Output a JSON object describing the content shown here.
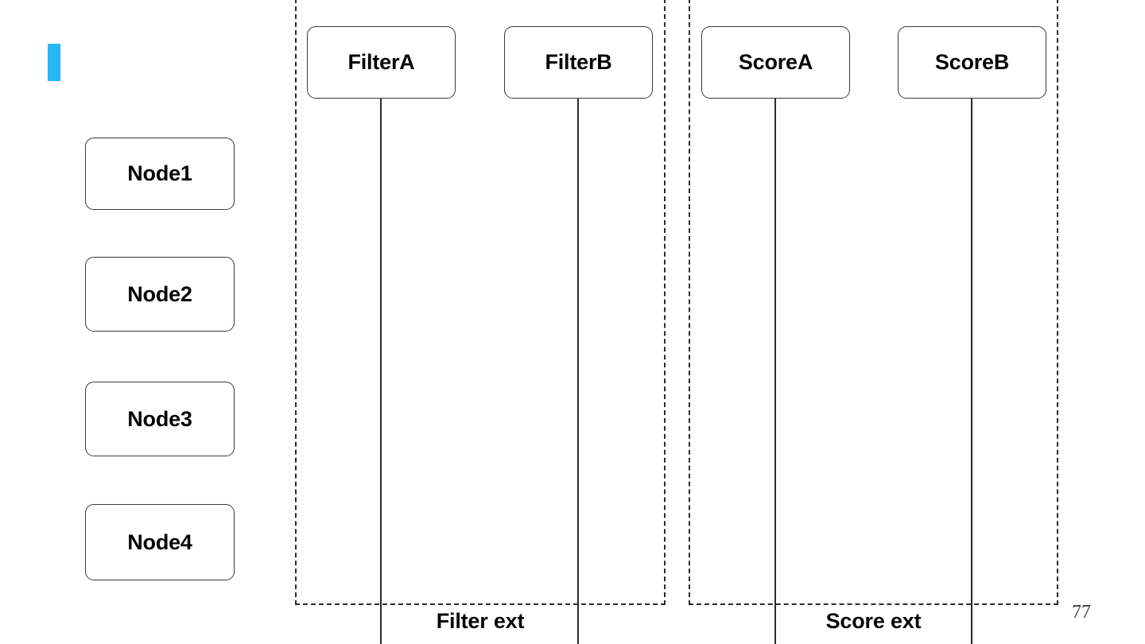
{
  "slide": {
    "page_number": "77",
    "accent_color": "#29B6F6",
    "box_border_color": "#3a3a3a",
    "dashed_border_color": "#2b2b2b",
    "text_color": "#050505"
  },
  "nodes": [
    {
      "label": "Node1"
    },
    {
      "label": "Node2"
    },
    {
      "label": "Node3"
    },
    {
      "label": "Node4"
    }
  ],
  "groups": [
    {
      "label": "Filter ext",
      "components": [
        {
          "label": "FilterA"
        },
        {
          "label": "FilterB"
        }
      ]
    },
    {
      "label": "Score ext",
      "components": [
        {
          "label": "ScoreA"
        },
        {
          "label": "ScoreB"
        }
      ]
    }
  ]
}
